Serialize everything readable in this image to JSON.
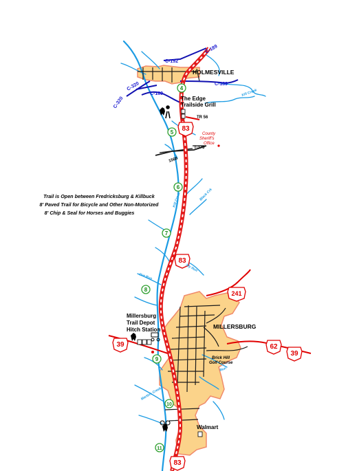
{
  "colors": {
    "trail": "#e31b1b",
    "trail_outline": "#ffffff",
    "town_fill": "#fbd38a",
    "town_edge": "#f08a6a",
    "water": "#1b9be3",
    "county_road": "#1010b0",
    "local_road": "#1a1a1a",
    "mile_marker": "#2fa02f",
    "shield_red": "#e00000"
  },
  "note": {
    "line1": "Trail is Open between Fredricksburg & Killbuck",
    "line2": "8' Paved Trail for Bicycle and Other Non-Motorized",
    "line3": "8' Chip & Seal for Horses and Buggies"
  },
  "towns": {
    "holmesville": "HOLMESVILLE",
    "millersburg": "MILLERSBURG"
  },
  "places": {
    "edge_grill_1": "The Edge",
    "edge_grill_2": "Trailside Grill",
    "sheriff_1": "County",
    "sheriff_2": "Sheriff's",
    "sheriff_3": "Office",
    "depot_1": "Millersburg",
    "depot_2": "Trail Depot",
    "depot_3": "Hitch Station",
    "golf_1": "Brick Hill",
    "golf_2": "Golf Course",
    "walmart": "Walmart"
  },
  "county_roads": [
    "C-189",
    "C-192",
    "C-320",
    "C-320",
    "C-189",
    "C-189"
  ],
  "township_roads": [
    "TR 56",
    "T-375",
    "1568"
  ],
  "routes": [
    "83",
    "83",
    "83",
    "241",
    "39",
    "62",
    "39"
  ],
  "mile_markers": [
    "4",
    "5",
    "6",
    "7",
    "8",
    "9",
    "10",
    "11"
  ],
  "streams": [
    "Kill Creek",
    "Black Crk",
    "Sly Run",
    "Dirt Run",
    "Martins Creek",
    "Kill Creek",
    "Run"
  ],
  "icons": [
    "restroom-icon",
    "horse-icon",
    "bicycle-icon",
    "hiker-icon",
    "parking-icon",
    "wheelchair-icon",
    "buggy-icon"
  ]
}
